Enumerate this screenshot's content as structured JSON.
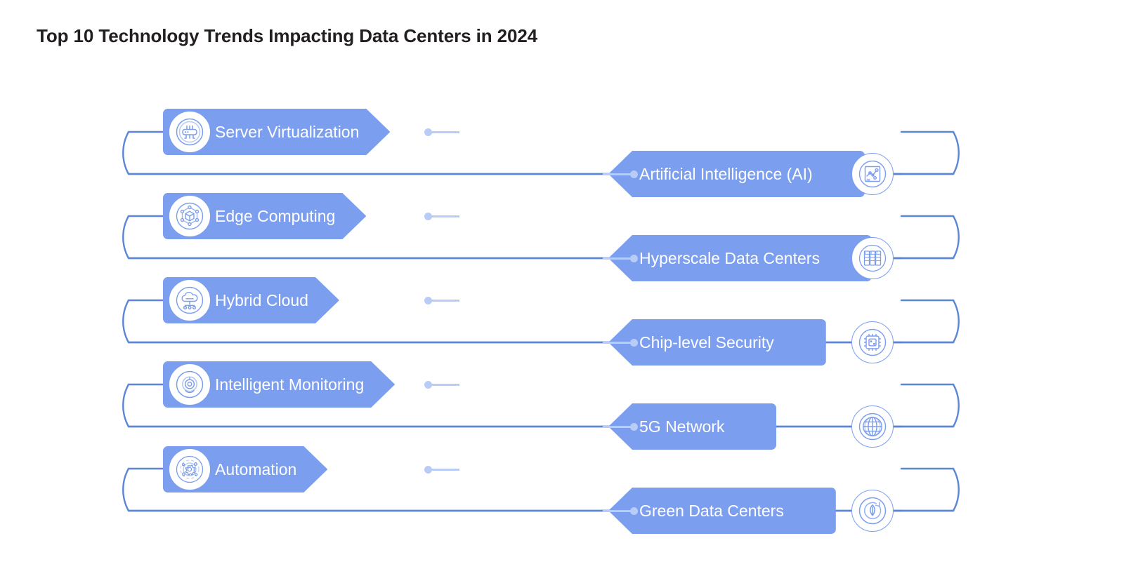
{
  "title": "Top 10 Technology Trends Impacting Data Centers in 2024",
  "colors": {
    "arrow_fill": "#7b9eee",
    "connector_line": "#5b86d8",
    "tip_dot": "#b9ccf5",
    "title_text": "#231f20",
    "label_text": "#ffffff",
    "background": "#ffffff"
  },
  "chart_data": {
    "type": "diagram",
    "title": "Top 10 Technology Trends Impacting Data Centers in 2024",
    "layout": "serpentine alternating left/right chevron banners connected by a continuous snaking line",
    "count": 10,
    "items": [
      {
        "index": 1,
        "label": "Server Virtualization",
        "side": "left",
        "icon": "server-rack-icon"
      },
      {
        "index": 2,
        "label": "Artificial Intelligence (AI)",
        "side": "right",
        "icon": "ai-circuit-icon"
      },
      {
        "index": 3,
        "label": "Edge Computing",
        "side": "left",
        "icon": "hexagon-cube-icon"
      },
      {
        "index": 4,
        "label": "Hyperscale Data Centers",
        "side": "right",
        "icon": "data-center-racks-icon"
      },
      {
        "index": 5,
        "label": "Hybrid Cloud",
        "side": "left",
        "icon": "cloud-network-icon"
      },
      {
        "index": 6,
        "label": "Chip-level Security",
        "side": "right",
        "icon": "cpu-lock-icon"
      },
      {
        "index": 7,
        "label": "Intelligent Monitoring",
        "side": "left",
        "icon": "monitoring-camera-icon"
      },
      {
        "index": 8,
        "label": "5G Network",
        "side": "right",
        "icon": "globe-icon"
      },
      {
        "index": 9,
        "label": "Automation",
        "side": "left",
        "icon": "gear-orbit-icon"
      },
      {
        "index": 10,
        "label": "Green Data Centers",
        "side": "right",
        "icon": "leaf-recycle-icon"
      }
    ]
  }
}
